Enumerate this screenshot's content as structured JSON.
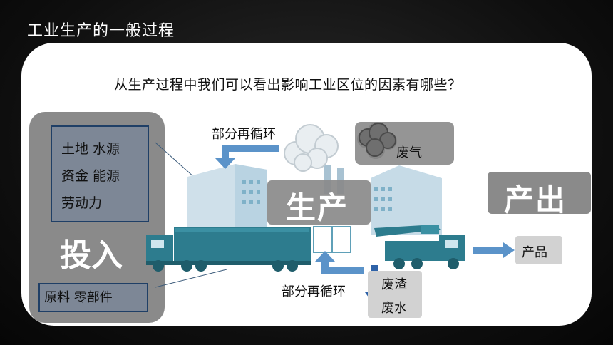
{
  "slide": {
    "title": "工业生产的一般过程",
    "question": "从生产过程中我们可以看出影响工业区位的因素有哪些？"
  },
  "inputs": {
    "resources": [
      "土地 水源",
      "资金 能源",
      "劳动力"
    ],
    "label": "投入",
    "parts": "原料 零部件"
  },
  "production": {
    "label": "生产",
    "recycle_top": "部分再循环",
    "recycle_bottom": "部分再循环",
    "waste_gas": "废气",
    "waste_solid": "废渣",
    "waste_water": "废水"
  },
  "outputs": {
    "label": "产出",
    "product": "产品"
  },
  "colors": {
    "arrow_blue": "#5b93c9",
    "illustration_teal": "#2d7c8e",
    "box_border": "#1f3f66"
  }
}
